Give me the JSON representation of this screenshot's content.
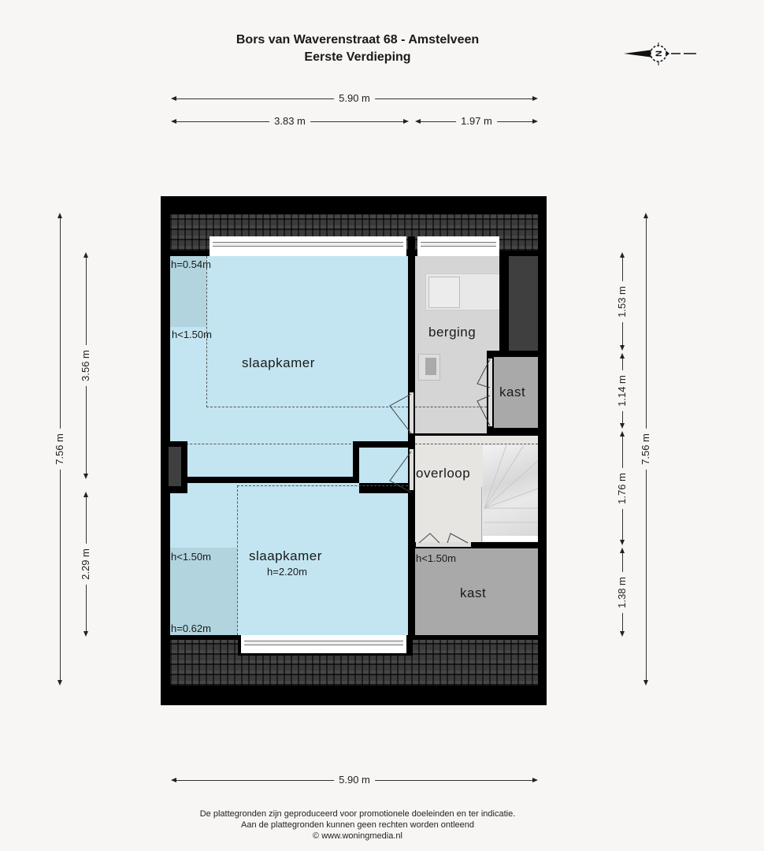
{
  "header": {
    "address": "Bors van Waverenstraat 68 - Amstelveen",
    "floor": "Eerste Verdieping"
  },
  "compass": {
    "icon": "north-arrow-icon",
    "letter": "N"
  },
  "dimensions": {
    "top_total": "5.90 m",
    "top_left": "3.83 m",
    "top_right": "1.97 m",
    "bottom_total": "5.90 m",
    "left_total": "7.56 m",
    "left_upper": "3.56 m",
    "left_lower": "2.29 m",
    "right_total": "7.56 m",
    "right_segments": [
      "1.53 m",
      "1.14 m",
      "1.76 m",
      "1.38 m"
    ]
  },
  "rooms": {
    "bedroom_top": {
      "label": "slaapkamer",
      "h_min": "h=0.54m",
      "h_limit": "h<1.50m"
    },
    "storage": {
      "label": "berging"
    },
    "closet_small": {
      "label": "kast"
    },
    "landing": {
      "label": "overloop"
    },
    "bedroom_bottom": {
      "label": "slaapkamer",
      "height": "h=2.20m",
      "h_limit": "h<1.50m",
      "h_min": "h=0.62m"
    },
    "closet_large": {
      "label": "kast",
      "h_limit": "h<1.50m"
    }
  },
  "colors": {
    "bedroom": "#c3e5f1",
    "bedroom_low_ceiling": "#b2d4df",
    "storage": "#d5d5d5",
    "landing": "#e6e5e2",
    "closet": "#a9a9a9",
    "wall": "#000000",
    "roof": "#3b3b3b"
  },
  "footer": {
    "line1": "De plattegronden zijn geproduceerd voor promotionele doeleinden en ter indicatie.",
    "line2": "Aan de plattegronden kunnen geen rechten worden ontleend",
    "line3": "© www.woningmedia.nl"
  }
}
